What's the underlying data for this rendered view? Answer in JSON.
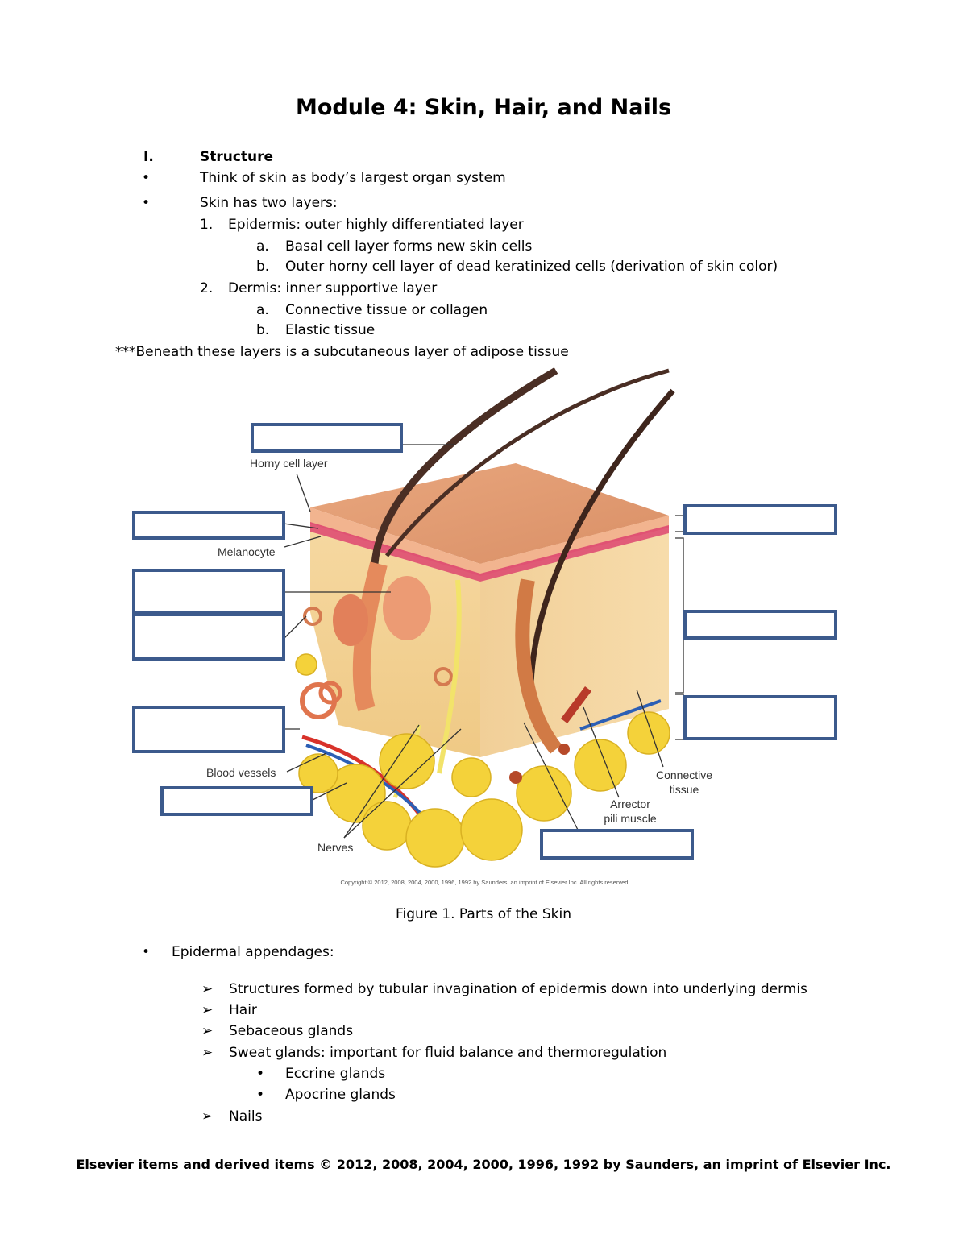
{
  "title": "Module 4: Skin, Hair, and Nails",
  "section": {
    "numeral": "I.",
    "heading": "Structure"
  },
  "bullets": [
    "Think of skin as body’s largest organ system",
    "Skin has two layers:"
  ],
  "layers": [
    {
      "num": "1.",
      "label": "Epidermis: outer highly differentiated layer",
      "sub": [
        {
          "letter": "a.",
          "text": "Basal cell layer forms new skin cells"
        },
        {
          "letter": "b.",
          "text": "Outer horny cell layer of dead keratinized cells (derivation of skin color)"
        }
      ]
    },
    {
      "num": "2.",
      "label": "Dermis: inner supportive layer",
      "sub": [
        {
          "letter": "a.",
          "text": "Connective tissue or collagen"
        },
        {
          "letter": "b.",
          "text": "Elastic tissue"
        }
      ]
    }
  ],
  "note": "***Beneath these layers is a subcutaneous layer of adipose tissue",
  "figure": {
    "labels": {
      "horny": "Horny cell layer",
      "melanocyte": "Melanocyte",
      "blood": "Blood vessels",
      "nerves": "Nerves",
      "arrector_1": "Arrector",
      "arrector_2": "pili muscle",
      "connective_1": "Connective",
      "connective_2": "tissue"
    },
    "copyright": "Copyright © 2012, 2008, 2004, 2000, 1996, 1992 by Saunders, an imprint of Elsevier Inc. All rights reserved.",
    "caption": "Figure 1. Parts of the Skin"
  },
  "appendages": {
    "bullet": "Epidermal appendages:",
    "items": [
      "Structures formed by tubular invagination of epidermis down into underlying dermis",
      "Hair",
      "Sebaceous glands",
      "Sweat glands: important for fluid balance and thermoregulation"
    ],
    "gland_types": [
      "Eccrine glands",
      "Apocrine glands"
    ],
    "last": "Nails"
  },
  "footer": "Elsevier items and derived items © 2012, 2008, 2004, 2000, 1996, 1992 by Saunders, an imprint of Elsevier Inc."
}
